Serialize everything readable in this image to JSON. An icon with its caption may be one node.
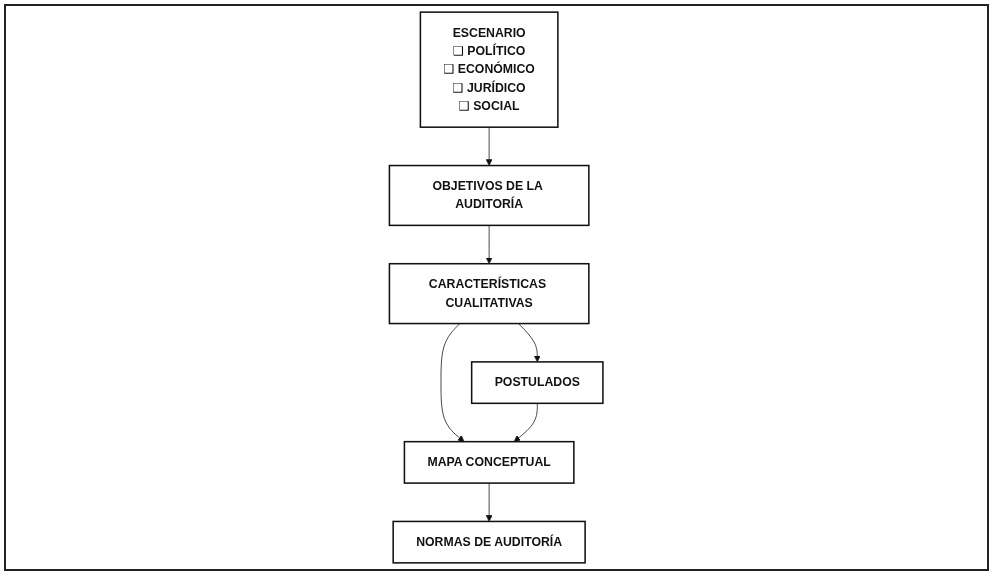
{
  "diagram": {
    "nodes": [
      {
        "text": [
          "ESCENARIO",
          "❑ POLÍTICO",
          "❑ ECONÓMICO",
          "❑ JURÍDICO",
          "❑ SOCIAL"
        ]
      },
      {
        "text": [
          "OBJETIVOS DE LA AUDITORÍA"
        ]
      },
      {
        "text": [
          "CARACTERÍSTICAS CUALITATIVAS"
        ]
      },
      {
        "text": [
          "POSTULADOS"
        ]
      },
      {
        "text": [
          "MAPA CONCEPTUAL"
        ]
      },
      {
        "text": [
          "NORMAS DE AUDITORÍA"
        ]
      }
    ],
    "edges": [
      {
        "from": 0,
        "to": 1,
        "arrow": "to"
      },
      {
        "from": 1,
        "to": 2,
        "arrow": "to"
      },
      {
        "from": 2,
        "to": 3,
        "arrow": "to"
      },
      {
        "from": 2,
        "to": 4,
        "arrow": "to"
      },
      {
        "from": 3,
        "to": 4,
        "arrow": "to"
      },
      {
        "from": 4,
        "to": 5,
        "arrow": "to"
      }
    ]
  }
}
